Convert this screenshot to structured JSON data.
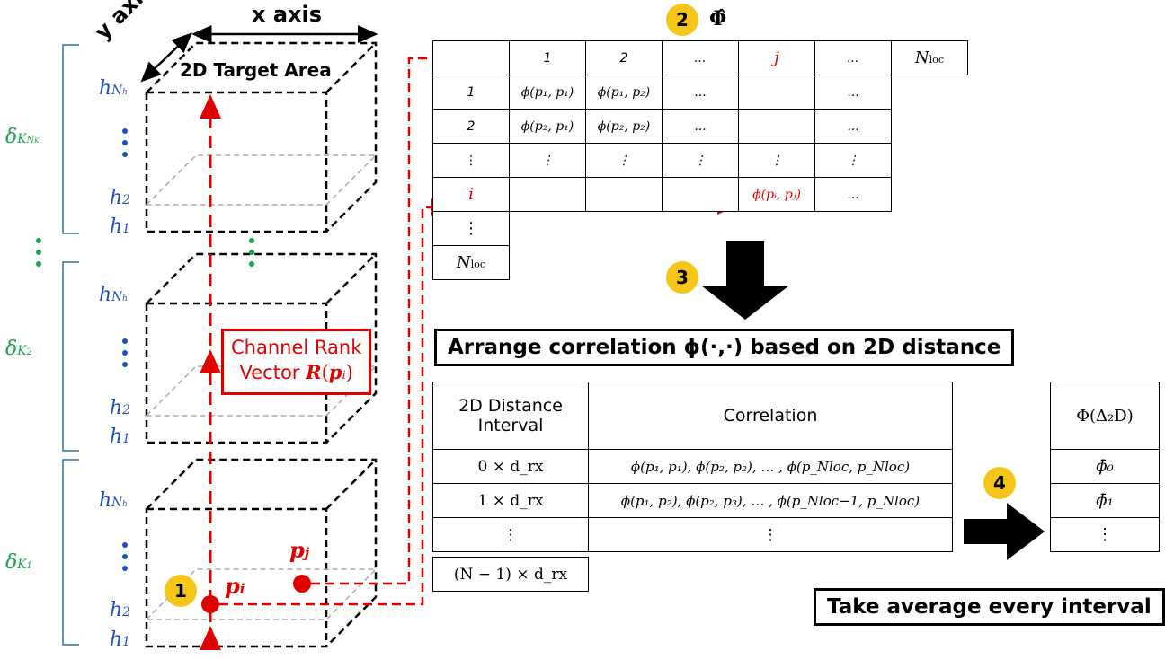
{
  "axes": {
    "x_label": "x axis",
    "y_label": "y axis"
  },
  "target_area_label": "2D Target Area",
  "heights": {
    "top": "h",
    "top_sub": "N",
    "top_subsub": "h",
    "second": "h",
    "second_sub": "2",
    "first": "h",
    "first_sub": "1",
    "dots": "⋮"
  },
  "deltas": {
    "top": {
      "base": "δ",
      "sub": "K",
      "subsub": "N",
      "subsubsub": "K"
    },
    "mid": {
      "base": "δ",
      "sub": "K",
      "subsub": "2"
    },
    "bot": {
      "base": "δ",
      "sub": "K",
      "subsub": "1"
    }
  },
  "channel_rank": {
    "line1": "Channel Rank",
    "line2_prefix": "Vector ",
    "line2_math": "R",
    "line2_arg": "p",
    "line2_arg_sub": "i"
  },
  "points": {
    "pi": "p",
    "pi_sub": "i",
    "pj": "p",
    "pj_sub": "j"
  },
  "badges": {
    "b1": "1",
    "b2": "2",
    "b3": "3",
    "b4": "4"
  },
  "phi_title": "Φ̂",
  "phi_matrix": {
    "col_headers": [
      "1",
      "2",
      "...",
      "j",
      "...",
      "N_loc"
    ],
    "row_headers": [
      "1",
      "2",
      "⋮",
      "i",
      "⋮",
      "N_loc"
    ],
    "rows": [
      [
        "ϕ(p₁, p₁)",
        "ϕ(p₁, p₂)",
        "...",
        "",
        "..."
      ],
      [
        "ϕ(p₂, p₁)",
        "ϕ(p₂, p₂)",
        "...",
        "",
        "..."
      ],
      [
        "⋮",
        "⋮",
        "⋮",
        "⋮",
        "⋮"
      ],
      [
        "",
        "",
        "",
        "ϕ(pᵢ, pⱼ)",
        "..."
      ]
    ],
    "nloc_base": "N",
    "nloc_sub": "loc"
  },
  "arrange_title": "Arrange correlation ϕ(·,·) based on 2D distance",
  "distance_table": {
    "headers": [
      "2D Distance Interval",
      "Correlation"
    ],
    "rows": [
      [
        "0 × d_rx",
        "ϕ(p₁, p₁), ϕ(p₂, p₂), … , ϕ(p_Nloc, p_Nloc)"
      ],
      [
        "1 × d_rx",
        "ϕ(p₁, p₂), ϕ(p₂, p₃), … , ϕ(p_Nloc−1, p_Nloc)"
      ],
      [
        "⋮",
        "⋮"
      ],
      [
        "(N − 1) × d_rx",
        ""
      ]
    ]
  },
  "average_table": {
    "header": "Φ(Δ₂D)",
    "rows": [
      "ϕ̄₀",
      "ϕ̄₁",
      "⋮"
    ]
  },
  "average_title": "Take average every interval"
}
